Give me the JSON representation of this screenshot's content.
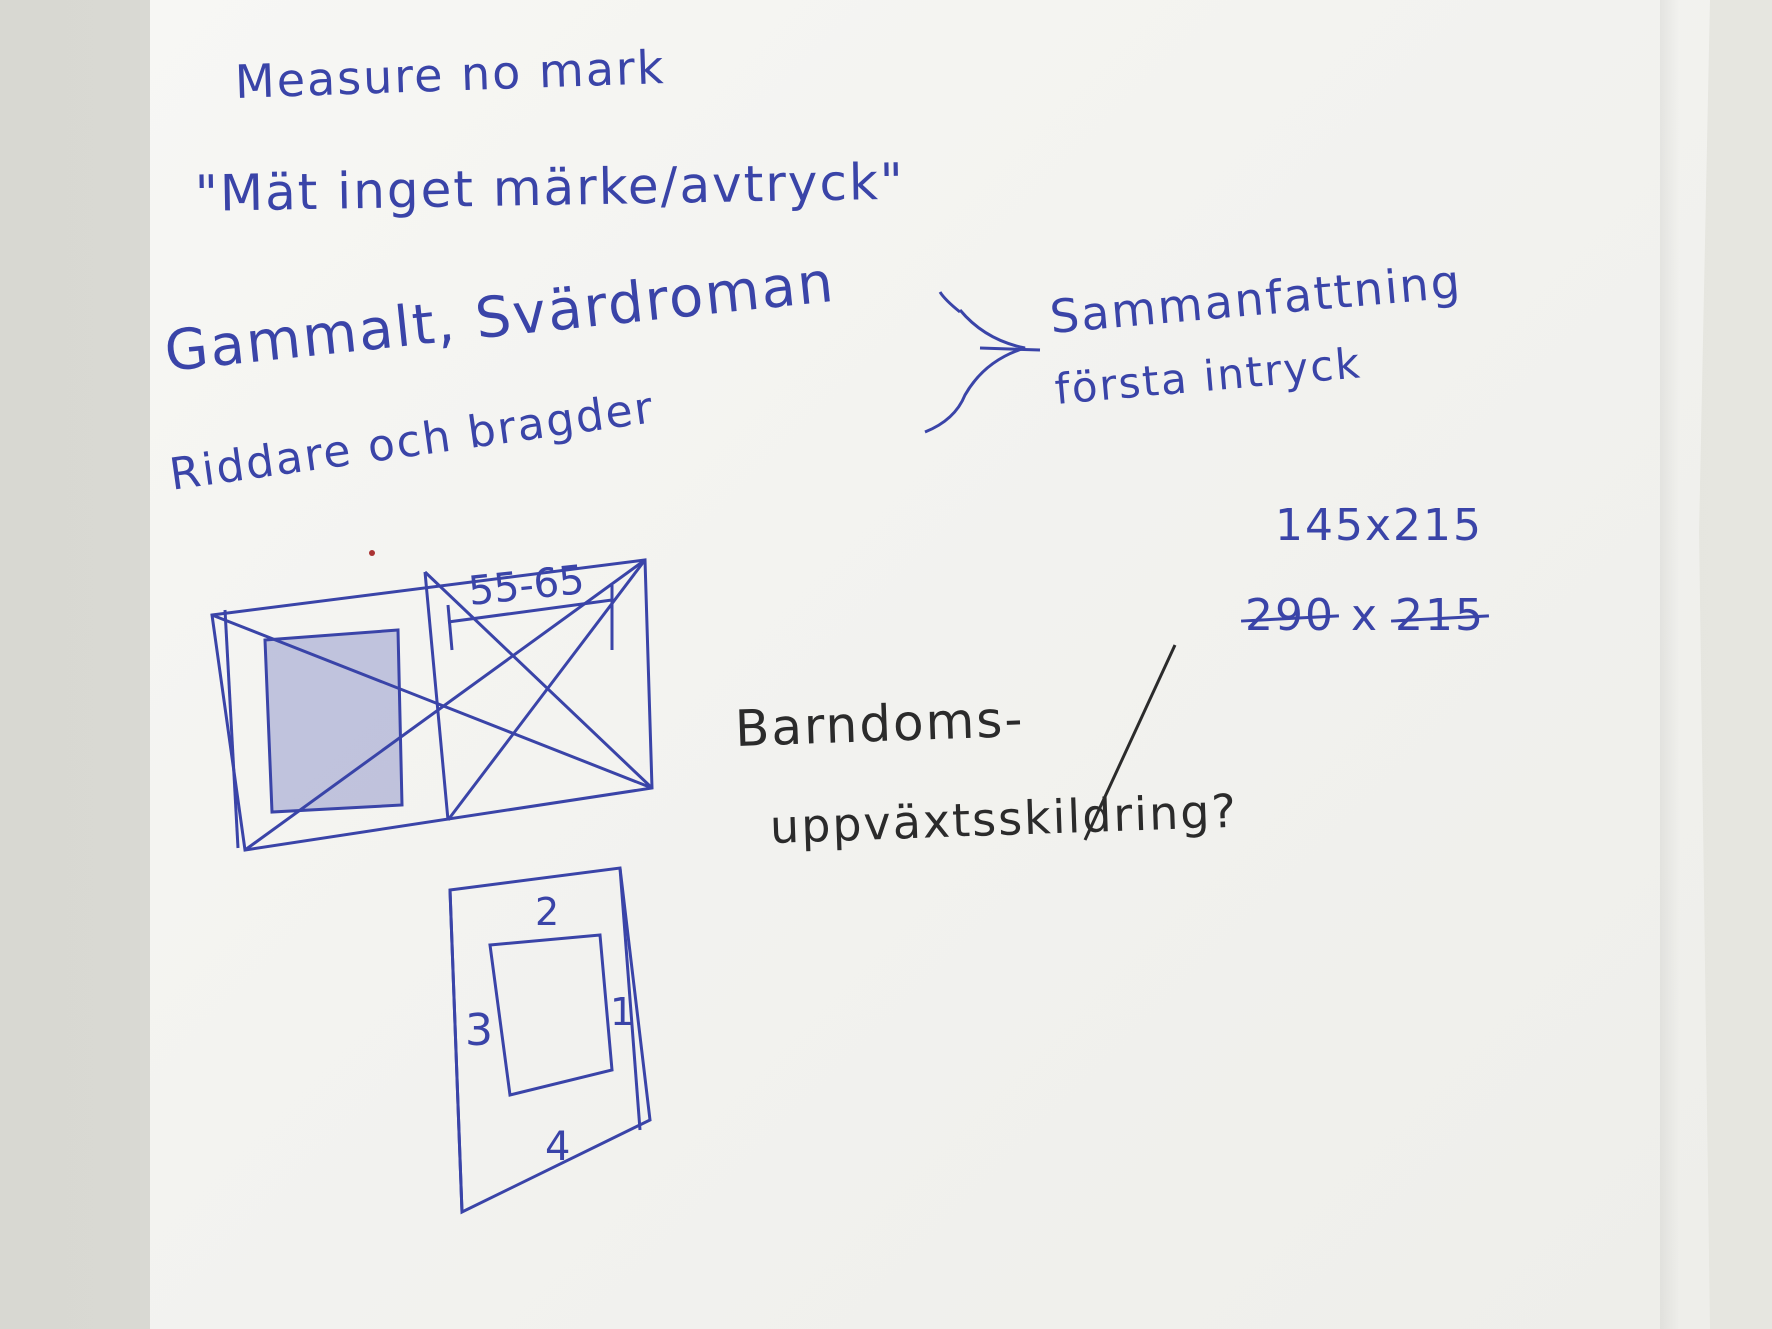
{
  "note": {
    "line1": "Measure no mark",
    "line2": "\"Mät inget märke/avtryck\"",
    "line3a": "Gammalt, Svärdroman",
    "line3b": "Riddare och bragder",
    "line3c": "Sammanfattning",
    "line3d": "första intryck",
    "size1": "145x215",
    "size2_old": "290",
    "size2_x": "x",
    "size2_new": "215",
    "pencil1": "Barndoms-",
    "pencil2": "uppväxtsskildring?",
    "sketch_label_top": "55-65",
    "sketch2_num_top": "2",
    "sketch2_num_left": "3",
    "sketch2_num_right": "1",
    "sketch2_num_bottom": "4"
  },
  "colors": {
    "ink": "#3a44a8",
    "pencil": "#2b2b2b",
    "paper": "#f4f4f1"
  }
}
